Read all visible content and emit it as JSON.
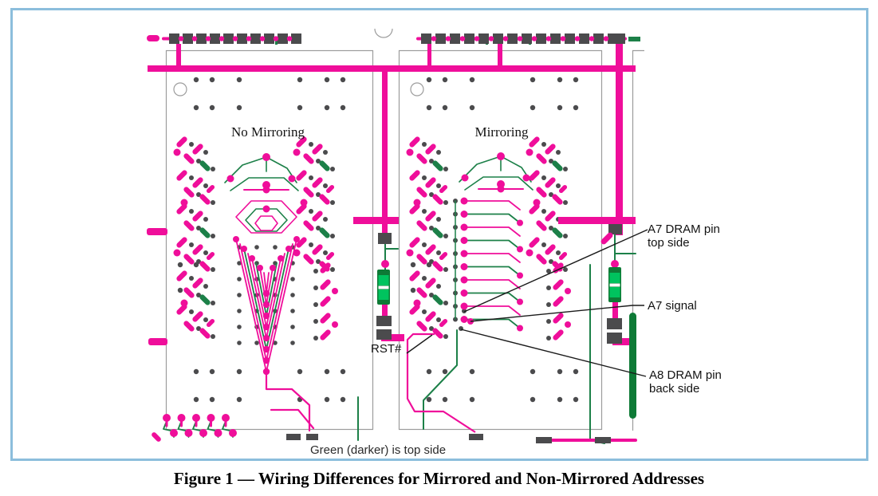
{
  "figure": {
    "caption": "Figure 1 —  Wiring Differences for Mirrored and Non-Mirrored Addresses",
    "note": "Green (darker) is top side"
  },
  "diagram": {
    "left_section_label": "No Mirroring",
    "right_section_label": "Mirroring",
    "annotations": {
      "rst": "RST#",
      "a7_dram_pin_line1": "A7 DRAM pin",
      "a7_dram_pin_line2": "top side",
      "a7_signal": "A7 signal",
      "a8_dram_pin_line1": "A8 DRAM pin",
      "a8_dram_pin_line2": "back side"
    },
    "legend_colors": {
      "trace_bottom_side_magenta": "#EF0E9A",
      "trace_top_side_green": "#1C8048",
      "component_bright_green": "#00C35E",
      "component_dark_green": "#0E7A36",
      "pad_dark": "#4B4B4D",
      "outline_gray": "#9C9C9C",
      "frame_blue": "#8CBEDC",
      "callout_black": "#1A1A1A"
    }
  }
}
